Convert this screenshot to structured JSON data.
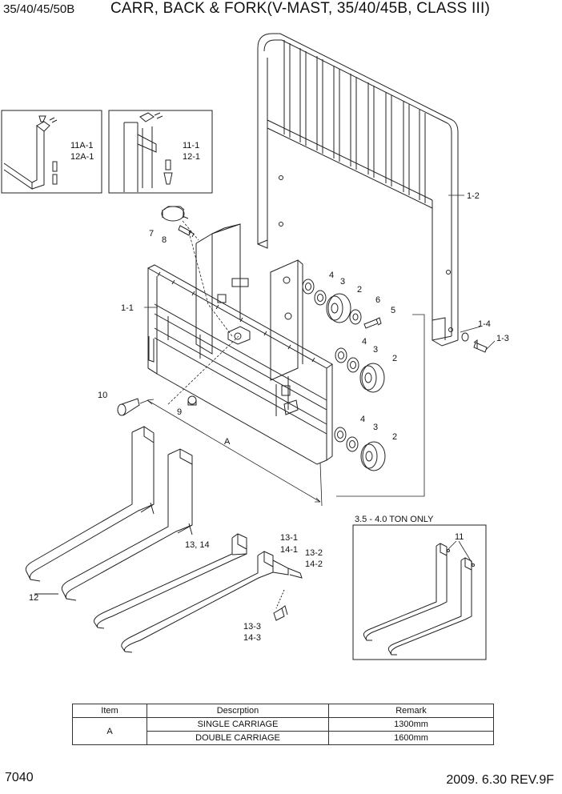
{
  "header": {
    "model": "35/40/45/50B",
    "title": "CARR, BACK & FORK(V-MAST, 35/40/45B, CLASS III)"
  },
  "callouts": {
    "c11a": "11A-1",
    "c12a": "12A-1",
    "c111": "11-1",
    "c121": "12-1",
    "c12": "1-2",
    "c7": "7",
    "c8": "8",
    "c11": "1-1",
    "c4a": "4",
    "c3a": "3",
    "c2a": "2",
    "c6": "6",
    "c5": "5",
    "c4b": "4",
    "c3b": "3",
    "c2b": "2",
    "c14": "1-4",
    "c13": "1-3",
    "c10": "10",
    "c9": "9",
    "cA": "A",
    "c4c": "4",
    "c3c": "3",
    "c2c": "2",
    "c1314": "13, 14",
    "c131": "13-1",
    "c141": "14-1",
    "c132": "13-2",
    "c142": "14-2",
    "c133": "13-3",
    "c143": "14-3",
    "c12f": "12",
    "c11f": "11"
  },
  "inset_note": "3.5 - 4.0 TON ONLY",
  "table": {
    "headers": [
      "Item",
      "Descrption",
      "Remark"
    ],
    "item": "A",
    "rows": [
      {
        "description": "SINGLE CARRIAGE",
        "remark": "1300mm"
      },
      {
        "description": "DOUBLE CARRIAGE",
        "remark": "1600mm"
      }
    ]
  },
  "footer": {
    "page": "7040",
    "revision": "2009. 6.30 REV.9F"
  }
}
